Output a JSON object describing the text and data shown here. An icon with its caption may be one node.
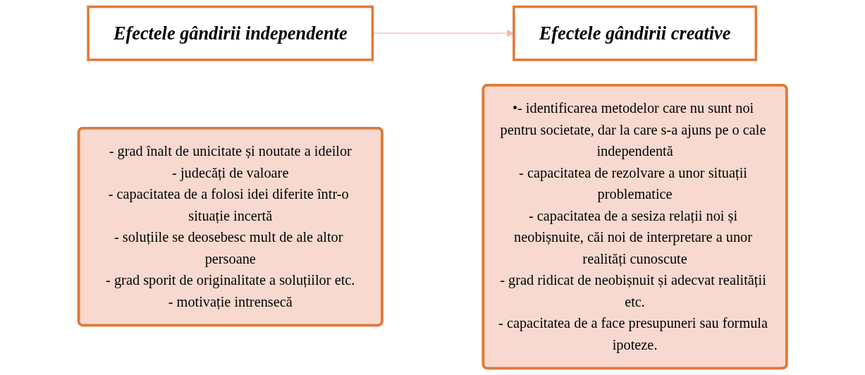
{
  "diagram": {
    "nodes": [
      {
        "text": [
          "Efectele gândirii independente"
        ]
      },
      {
        "text": [
          "- grad înalt de unicitate și noutate a ideilor",
          "- judecăți de valoare",
          "- capacitatea de a folosi idei diferite într-o situație incertă",
          "- soluțiile se deosebesc mult de ale altor persoane",
          "- grad sporit de originalitate a soluțiilor etc.",
          "- motivație intrensecă"
        ]
      },
      {
        "text": [
          "Efectele gândirii creative"
        ]
      },
      {
        "text": [
          "•- identificarea metodelor care nu sunt noi pentru societate, dar la care s-a ajuns pe o cale independentă",
          "- capacitatea de rezolvare a unor situații problematice",
          "- capacitatea de a sesiza relații noi și neobișnuite, căi noi de interpretare a unor realități cunoscute",
          "- grad ridicat de neobișnuit și adecvat realității etc.",
          "- capacitatea de a face presupuneri sau formula ipoteze."
        ]
      }
    ],
    "edges": [
      {
        "from": 0,
        "to": 2,
        "arrow": "to",
        "color": "#f4bcaa"
      }
    ]
  }
}
